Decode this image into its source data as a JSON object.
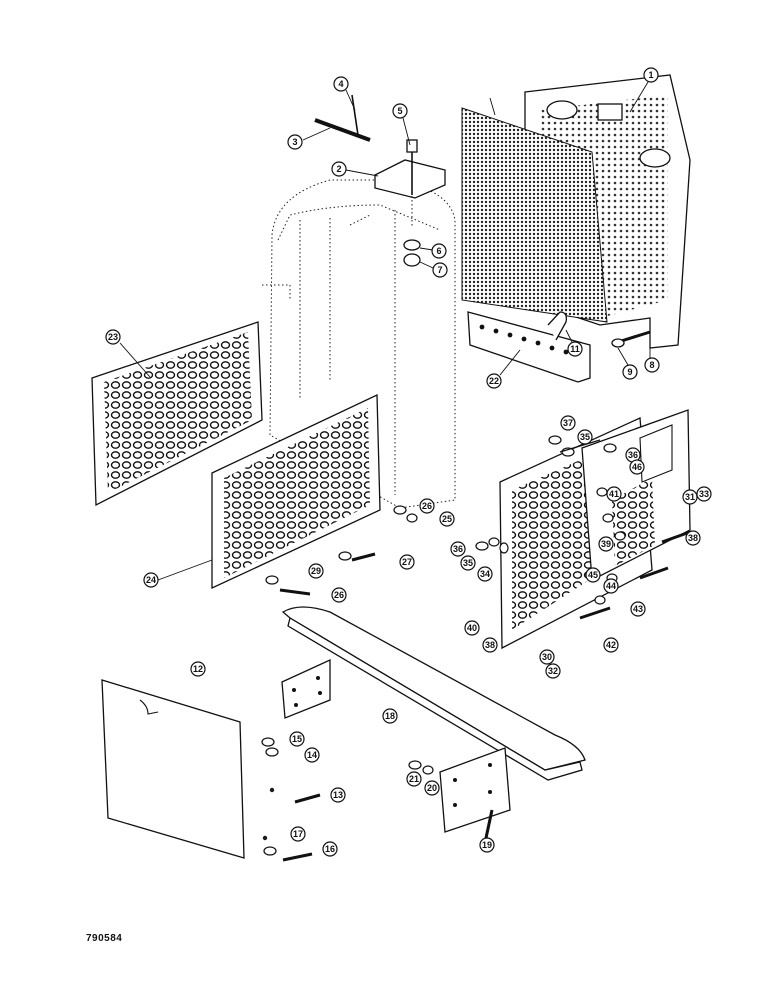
{
  "drawing_code": "790584",
  "callouts": [
    {
      "id": "callout-1",
      "label": "1"
    },
    {
      "id": "callout-2",
      "label": "2"
    },
    {
      "id": "callout-3",
      "label": "3"
    },
    {
      "id": "callout-4",
      "label": "4"
    },
    {
      "id": "callout-5",
      "label": "5"
    },
    {
      "id": "callout-6",
      "label": "6"
    },
    {
      "id": "callout-7",
      "label": "7"
    },
    {
      "id": "callout-8",
      "label": "8"
    },
    {
      "id": "callout-9",
      "label": "9"
    },
    {
      "id": "callout-11",
      "label": "11"
    },
    {
      "id": "callout-12",
      "label": "12"
    },
    {
      "id": "callout-13",
      "label": "13"
    },
    {
      "id": "callout-14",
      "label": "14"
    },
    {
      "id": "callout-15",
      "label": "15"
    },
    {
      "id": "callout-16",
      "label": "16"
    },
    {
      "id": "callout-17",
      "label": "17"
    },
    {
      "id": "callout-18",
      "label": "18"
    },
    {
      "id": "callout-19",
      "label": "19"
    },
    {
      "id": "callout-20",
      "label": "20"
    },
    {
      "id": "callout-21",
      "label": "21"
    },
    {
      "id": "callout-22",
      "label": "22"
    },
    {
      "id": "callout-23",
      "label": "23"
    },
    {
      "id": "callout-24",
      "label": "24"
    },
    {
      "id": "callout-25",
      "label": "25"
    },
    {
      "id": "callout-26a",
      "label": "26"
    },
    {
      "id": "callout-26b",
      "label": "26"
    },
    {
      "id": "callout-27",
      "label": "27"
    },
    {
      "id": "callout-29",
      "label": "29"
    },
    {
      "id": "callout-30",
      "label": "30"
    },
    {
      "id": "callout-31",
      "label": "31"
    },
    {
      "id": "callout-32",
      "label": "32"
    },
    {
      "id": "callout-33",
      "label": "33"
    },
    {
      "id": "callout-34",
      "label": "34"
    },
    {
      "id": "callout-35a",
      "label": "35"
    },
    {
      "id": "callout-35b",
      "label": "35"
    },
    {
      "id": "callout-36a",
      "label": "36"
    },
    {
      "id": "callout-36b",
      "label": "36"
    },
    {
      "id": "callout-37",
      "label": "37"
    },
    {
      "id": "callout-38a",
      "label": "38"
    },
    {
      "id": "callout-38b",
      "label": "38"
    },
    {
      "id": "callout-39",
      "label": "39"
    },
    {
      "id": "callout-40",
      "label": "40"
    },
    {
      "id": "callout-41",
      "label": "41"
    },
    {
      "id": "callout-42",
      "label": "42"
    },
    {
      "id": "callout-43",
      "label": "43"
    },
    {
      "id": "callout-44",
      "label": "44"
    },
    {
      "id": "callout-45",
      "label": "45"
    },
    {
      "id": "callout-46",
      "label": "46"
    }
  ]
}
